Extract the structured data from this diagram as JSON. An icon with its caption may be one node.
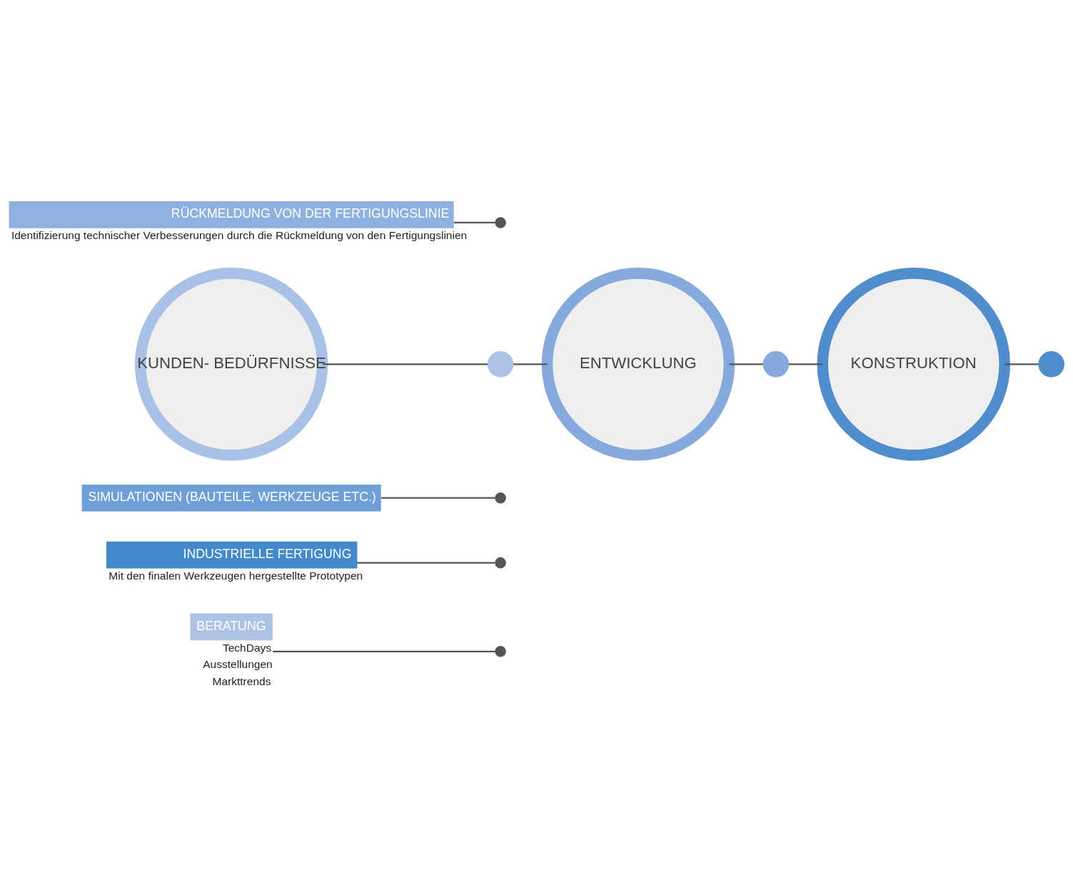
{
  "diagram": {
    "nodes": [
      {
        "text": [
          "BERATUNG"
        ],
        "beside": [
          "TechDays",
          "Ausstellungen",
          "Markttrends"
        ]
      },
      {
        "text": [
          "INDUSTRIELLE FERTIGUNG"
        ],
        "beside": [
          "Mit den finalen Werkzeugen hergestellte Prototypen"
        ]
      },
      {
        "text": [
          "SIMULATIONEN (BAUTEILE, WERKZEUGE ETC.)"
        ]
      },
      {
        "text": [
          "KUNDEN- BEDÜRFNISSE"
        ]
      },
      {
        "text": [],
        "shape": "circle"
      },
      {
        "text": [
          "ENTWICKLUNG"
        ]
      },
      {
        "text": [],
        "shape": "circle"
      },
      {
        "text": [
          "KONSTRUKTION"
        ]
      },
      {
        "text": [],
        "shape": "circle"
      },
      {
        "text": [
          "RÜCKMELDUNG VON DER FERTIGUNGSLINIE"
        ],
        "beside": [
          "Identifizierung technischer Verbesserungen durch die Rückmeldung von den Fertigungslinien"
        ]
      },
      {
        "text": [],
        "shape": "circle"
      },
      {
        "text": [],
        "shape": "circle"
      },
      {
        "text": [],
        "shape": "circle"
      },
      {
        "text": [],
        "shape": "circle"
      }
    ],
    "edges": [
      {
        "from": 3,
        "to": 4,
        "arrow": "none"
      },
      {
        "from": 4,
        "to": 5,
        "arrow": "none"
      },
      {
        "from": 5,
        "to": 6,
        "arrow": "none"
      },
      {
        "from": 6,
        "to": 7,
        "arrow": "none"
      },
      {
        "from": 7,
        "to": 8,
        "arrow": "none"
      },
      {
        "from": 0,
        "to": 10,
        "arrow": "none"
      },
      {
        "from": 9,
        "to": 11,
        "arrow": "none"
      },
      {
        "from": 2,
        "to": 12,
        "arrow": "none"
      },
      {
        "from": 1,
        "to": 13,
        "arrow": "none"
      }
    ]
  }
}
